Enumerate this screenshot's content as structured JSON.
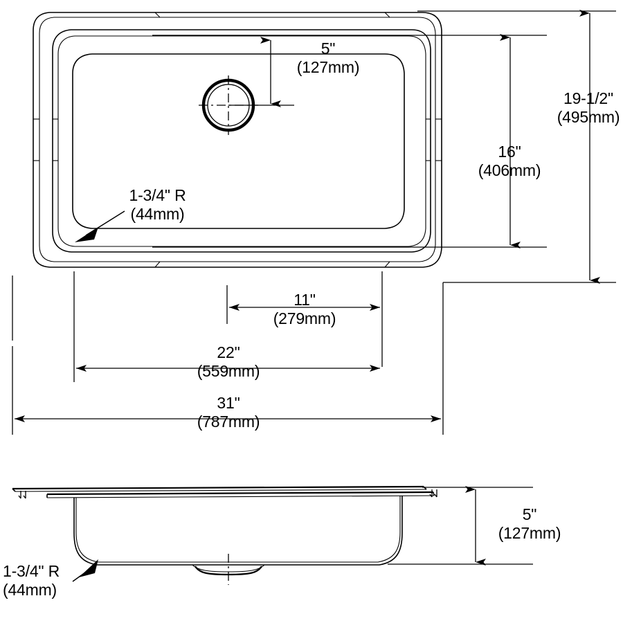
{
  "drawing": {
    "type": "technical-dimension-drawing",
    "subject": "single-bowl-drop-in-kitchen-sink",
    "views": [
      {
        "name": "top-view",
        "label": ""
      },
      {
        "name": "side-section-view",
        "label": ""
      }
    ]
  },
  "dimensions": {
    "drain_offset_from_back": {
      "name": "drain-offset-dimension",
      "imperial": "5\"",
      "metric": "(127mm)"
    },
    "bowl_depth_overall": {
      "name": "overall-depth-dimension",
      "imperial": "19-1/2\"",
      "metric": "(495mm)"
    },
    "bowl_inner_depth": {
      "name": "bowl-front-to-back-dimension",
      "imperial": "16\"",
      "metric": "(406mm)"
    },
    "corner_radius_top": {
      "name": "corner-radius-callout-top",
      "imperial": "1-3/4\" R",
      "metric": "(44mm)"
    },
    "drain_offset_from_left": {
      "name": "drain-center-offset-dimension",
      "imperial": "11\"",
      "metric": "(279mm)"
    },
    "bowl_width": {
      "name": "bowl-width-dimension",
      "imperial": "22\"",
      "metric": "(559mm)"
    },
    "overall_width": {
      "name": "overall-width-dimension",
      "imperial": "31\"",
      "metric": "(787mm)"
    },
    "corner_radius_side": {
      "name": "corner-radius-callout-side",
      "imperial": "1-3/4\" R",
      "metric": "(44mm)"
    },
    "bowl_height": {
      "name": "bowl-height-dimension",
      "imperial": "5\"",
      "metric": "(127mm)"
    }
  },
  "colors": {
    "line": "#000000",
    "background": "#ffffff"
  }
}
